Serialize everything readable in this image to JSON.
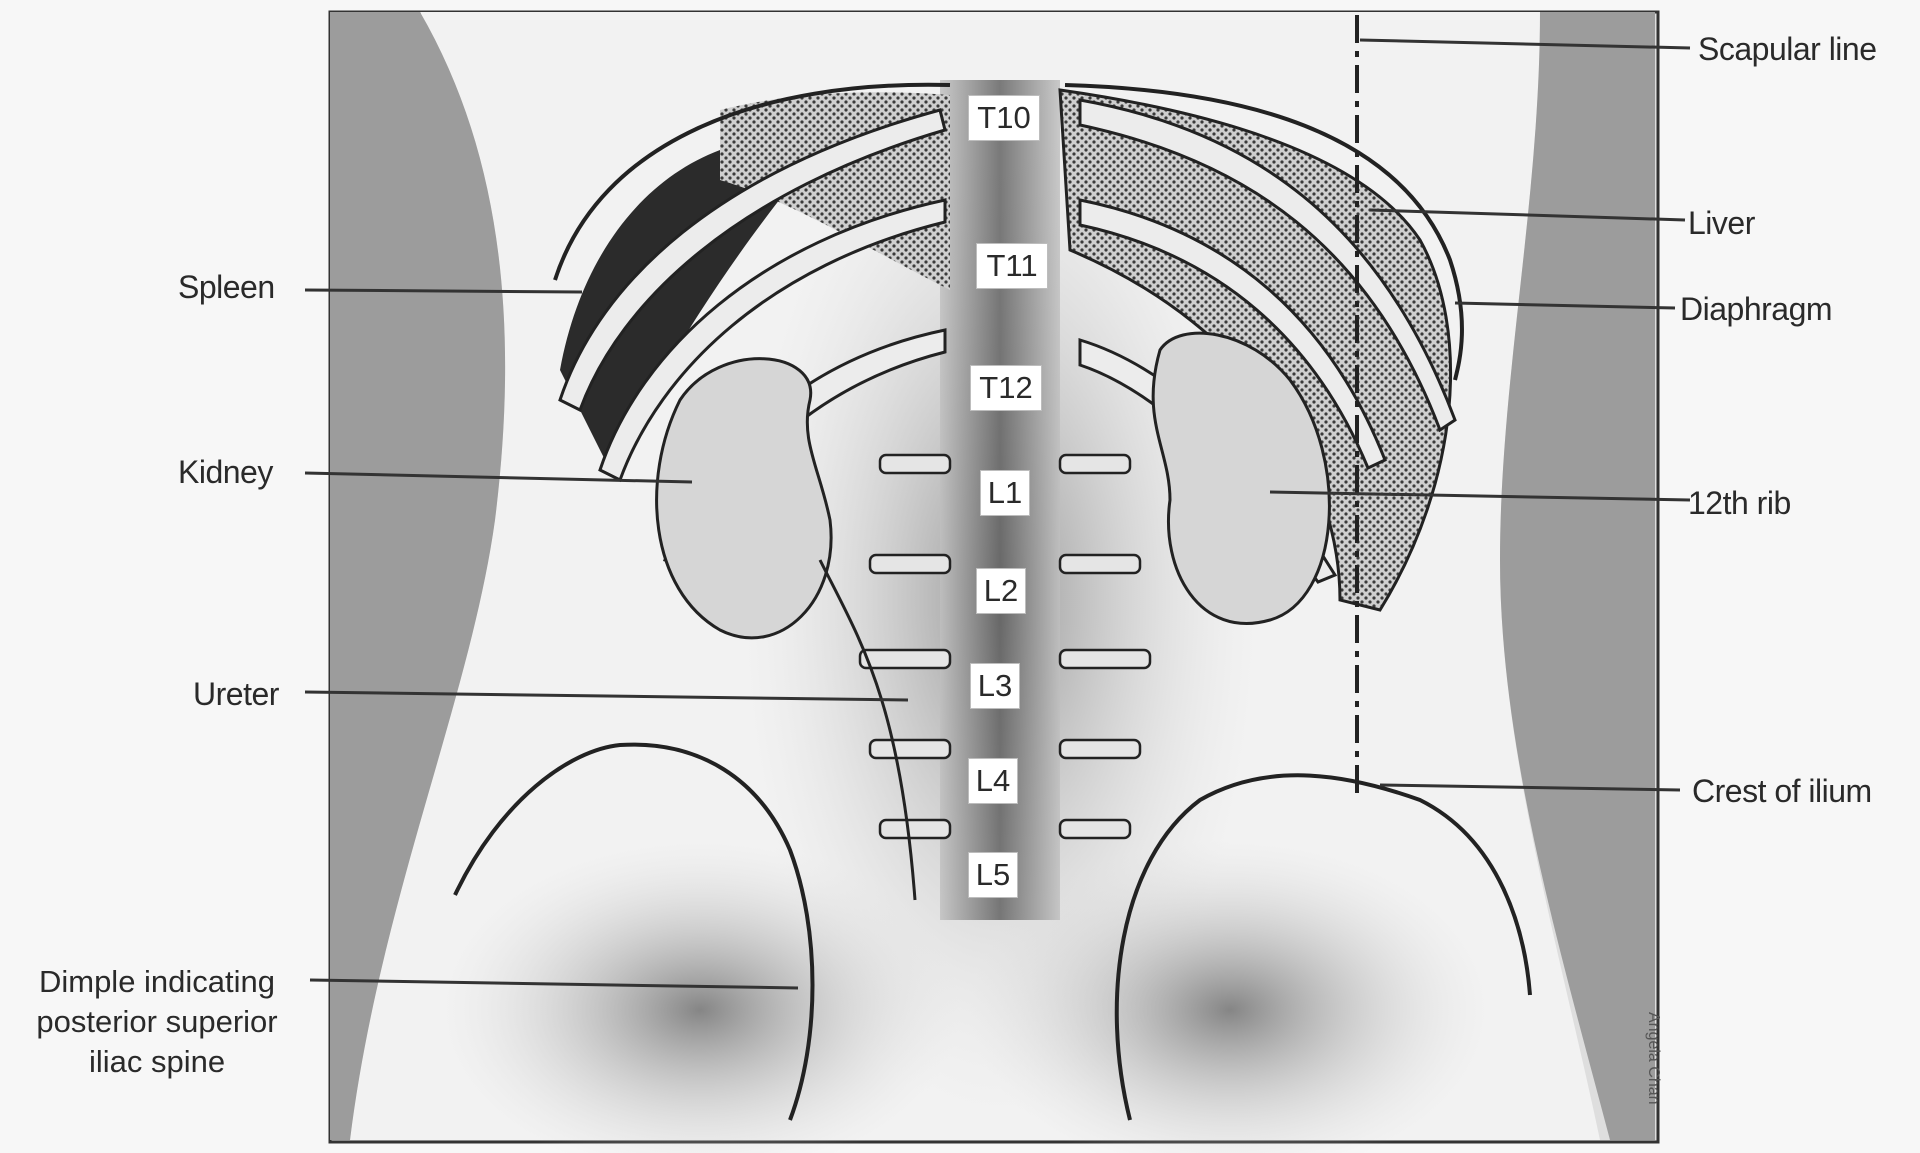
{
  "labels": {
    "scapular_line": "Scapular line",
    "liver": "Liver",
    "diaphragm": "Diaphragm",
    "rib12": "12th rib",
    "crest_of_ilium": "Crest of ilium",
    "spleen": "Spleen",
    "kidney": "Kidney",
    "ureter": "Ureter",
    "dimple_line1": "Dimple indicating",
    "dimple_line2": "posterior superior",
    "dimple_line3": "iliac spine"
  },
  "vertebrae": [
    "T10",
    "T11",
    "T12",
    "L1",
    "L2",
    "L3",
    "L4",
    "L5"
  ],
  "credit": "Angela Chan",
  "colors": {
    "background": "#f7f7f7",
    "panel": "#dcdcdc",
    "spleen": "#2b2b2b",
    "liver_hatch": "#5a5a5a",
    "bone": "#e9e9e9",
    "outline": "#222222"
  }
}
